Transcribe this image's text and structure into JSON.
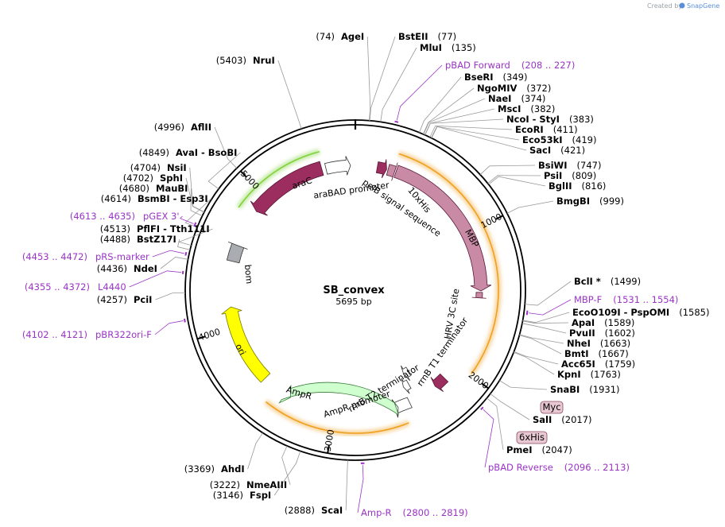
{
  "credit": {
    "prefix": "Created by",
    "brand": "SnapGene"
  },
  "plasmid": {
    "name": "SB_convex",
    "size": "5695 bp",
    "length": 5695
  },
  "ticks": [
    "1000",
    "2000",
    "3000",
    "4000",
    "5000"
  ],
  "sites": [
    {
      "name": "AgeI",
      "pos": "(74)",
      "bp": 74
    },
    {
      "name": "BstEII",
      "pos": "(77)",
      "bp": 77
    },
    {
      "name": "MluI",
      "pos": "(135)",
      "bp": 135
    },
    {
      "name": "BseRI",
      "pos": "(349)",
      "bp": 349
    },
    {
      "name": "NgoMIV",
      "pos": "(372)",
      "bp": 372
    },
    {
      "name": "NaeI",
      "pos": "(374)",
      "bp": 374
    },
    {
      "name": "MscI",
      "pos": "(382)",
      "bp": 382
    },
    {
      "name": "NcoI - StyI",
      "pos": "(383)",
      "bp": 383
    },
    {
      "name": "EcoRI",
      "pos": "(411)",
      "bp": 411
    },
    {
      "name": "Eco53kI",
      "pos": "(419)",
      "bp": 419
    },
    {
      "name": "SacI",
      "pos": "(421)",
      "bp": 421
    },
    {
      "name": "BsiWI",
      "pos": "(747)",
      "bp": 747
    },
    {
      "name": "PsiI",
      "pos": "(809)",
      "bp": 809
    },
    {
      "name": "BglII",
      "pos": "(816)",
      "bp": 816
    },
    {
      "name": "BmgBI",
      "pos": "(999)",
      "bp": 999
    },
    {
      "name": "BclI *",
      "pos": "(1499)",
      "bp": 1499
    },
    {
      "name": "EcoO109I - PspOMI",
      "pos": "(1585)",
      "bp": 1585
    },
    {
      "name": "ApaI",
      "pos": "(1589)",
      "bp": 1589
    },
    {
      "name": "PvuII",
      "pos": "(1602)",
      "bp": 1602
    },
    {
      "name": "NheI",
      "pos": "(1663)",
      "bp": 1663
    },
    {
      "name": "BmtI",
      "pos": "(1667)",
      "bp": 1667
    },
    {
      "name": "Acc65I",
      "pos": "(1759)",
      "bp": 1759
    },
    {
      "name": "KpnI",
      "pos": "(1763)",
      "bp": 1763
    },
    {
      "name": "SnaBI",
      "pos": "(1931)",
      "bp": 1931
    },
    {
      "name": "SalI",
      "pos": "(2017)",
      "bp": 2017
    },
    {
      "name": "PmeI",
      "pos": "(2047)",
      "bp": 2047
    },
    {
      "name": "ScaI",
      "pos": "(2888)",
      "bp": 2888
    },
    {
      "name": "FspI",
      "pos": "(3146)",
      "bp": 3146
    },
    {
      "name": "NmeAIII",
      "pos": "(3222)",
      "bp": 3222
    },
    {
      "name": "AhdI",
      "pos": "(3369)",
      "bp": 3369
    },
    {
      "name": "PciI",
      "pos": "(4257)",
      "bp": 4257
    },
    {
      "name": "NdeI",
      "pos": "(4436)",
      "bp": 4436
    },
    {
      "name": "BstZ17I",
      "pos": "(4488)",
      "bp": 4488
    },
    {
      "name": "PflFI - Tth111I",
      "pos": "(4513)",
      "bp": 4513
    },
    {
      "name": "BsmBI - Esp3I",
      "pos": "(4614)",
      "bp": 4614
    },
    {
      "name": "MauBI",
      "pos": "(4680)",
      "bp": 4680
    },
    {
      "name": "SphI",
      "pos": "(4702)",
      "bp": 4702
    },
    {
      "name": "NsiI",
      "pos": "(4704)",
      "bp": 4704
    },
    {
      "name": "AvaI - BsoBI",
      "pos": "(4849)",
      "bp": 4849
    },
    {
      "name": "AflII",
      "pos": "(4996)",
      "bp": 4996
    },
    {
      "name": "NruI",
      "pos": "(5403)",
      "bp": 5403
    }
  ],
  "primers": [
    {
      "name": "pBAD Forward",
      "pos": "(208 .. 227)",
      "start": 208,
      "end": 227
    },
    {
      "name": "MBP-F",
      "pos": "(1531 .. 1554)",
      "start": 1531,
      "end": 1554
    },
    {
      "name": "pBAD Reverse",
      "pos": "(2096 .. 2113)",
      "start": 2096,
      "end": 2113
    },
    {
      "name": "Amp-R",
      "pos": "(2800 .. 2819)",
      "start": 2800,
      "end": 2819
    },
    {
      "name": "pBR322ori-F",
      "pos": "(4102 .. 4121)",
      "start": 4102,
      "end": 4121
    },
    {
      "name": "L4440",
      "pos": "(4355 .. 4372)",
      "start": 4355,
      "end": 4372
    },
    {
      "name": "pRS-marker",
      "pos": "(4453 .. 4472)",
      "start": 4453,
      "end": 4472
    },
    {
      "name": "pGEX 3'",
      "pos": "(4613 .. 4635)",
      "start": 4613,
      "end": 4635
    }
  ],
  "features": [
    {
      "name": "araC",
      "color": "#9b2d5f"
    },
    {
      "name": "araBAD promoter",
      "color": "#ffffff"
    },
    {
      "name": "pelB signal sequence",
      "color": "#9b2d5f"
    },
    {
      "name": "10xHis",
      "color": "#c98aa6"
    },
    {
      "name": "MBP",
      "color": "#c98aa6"
    },
    {
      "name": "HRV 3C site",
      "color": "#c98aa6"
    },
    {
      "name": "rrnB T1 terminator",
      "color": "#9b2d5f"
    },
    {
      "name": "rrnB T2 terminator",
      "color": "#ffffff"
    },
    {
      "name": "AmpR promoter",
      "color": "#ffffff"
    },
    {
      "name": "AmpR",
      "color": "#cfffcf"
    },
    {
      "name": "ori",
      "color": "#ffff00"
    },
    {
      "name": "bom",
      "color": "#a9acb0"
    }
  ],
  "tags": [
    "Myc",
    "6xHis"
  ]
}
